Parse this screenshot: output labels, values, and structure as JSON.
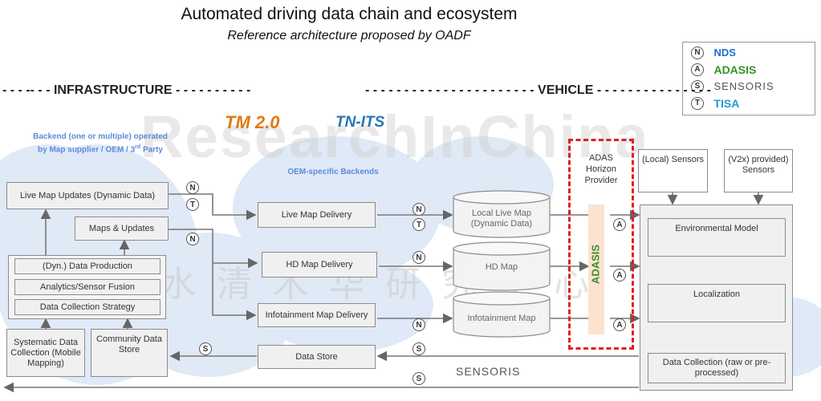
{
  "title": "Automated driving data chain and ecosystem",
  "subtitle": "Reference architecture proposed by OADF",
  "watermark": {
    "latin": "ResearchInChina",
    "chinese": "水清木华研究中心"
  },
  "legend": [
    {
      "letter": "N",
      "name": "NDS",
      "color": "#1f6fd1"
    },
    {
      "letter": "A",
      "name": "ADASIS",
      "color": "#3a8f2c"
    },
    {
      "letter": "S",
      "name": "SENSORIS",
      "color": "#555555"
    },
    {
      "letter": "T",
      "name": "TISA",
      "color": "#1a9bd7"
    }
  ],
  "section_headers": {
    "infrastructure": "INFRASTRUCTURE",
    "vehicle": "VEHICLE",
    "dashes_infra_left": "- - - -- - -",
    "dashes_infra_right": "- - - - - - - - - -",
    "dashes_vehicle_left": "- - - - - - - - - - - - - - - - - - - - - -",
    "dashes_vehicle_right": "- - - - - - - - - - - - - - -"
  },
  "logos": {
    "tm": "TM 2.0",
    "tnits": "TN-ITS",
    "sensoris": "SENSORIS",
    "adasis": "ADASIS"
  },
  "notes": {
    "backend_line1": "Backend (one or multiple) operated",
    "backend_line2_a": "by Map supplier / OEM / 3",
    "backend_line2_sup": "rd",
    "backend_line2_b": " Party",
    "oem_backends": "OEM-specific Backends"
  },
  "infrastructure_boxes": {
    "live_map_updates": "Live Map Updates (Dynamic Data)",
    "maps_updates": "Maps & Updates",
    "dyn_data_production": "(Dyn.) Data Production",
    "analytics_fusion": "Analytics/Sensor Fusion",
    "collection_strategy": "Data Collection Strategy",
    "systematic_collection": "Systematic Data Collection (Mobile Mapping)",
    "community_store": "Community Data Store"
  },
  "delivery_boxes": {
    "live_map_delivery": "Live Map Delivery",
    "hd_map_delivery": "HD Map Delivery",
    "infotainment_delivery": "Infotainment Map Delivery",
    "data_store": "Data Store"
  },
  "vehicle_stores": {
    "local_live_map": "Local Live Map (Dynamic Data)",
    "hd_map": "HD Map",
    "infotainment_map": "Infotainment Map"
  },
  "vehicle_boxes": {
    "adas_horizon_provider": "ADAS Horizon Provider",
    "local_sensors": "(Local) Sensors",
    "v2x_sensors": "(V2x) provided) Sensors",
    "environmental_model": "Environmental Model",
    "localization": "Localization",
    "data_collection": "Data Collection (raw or pre-processed)"
  },
  "connector_labels": {
    "n": "N",
    "t": "T",
    "s": "S",
    "a": "A"
  }
}
